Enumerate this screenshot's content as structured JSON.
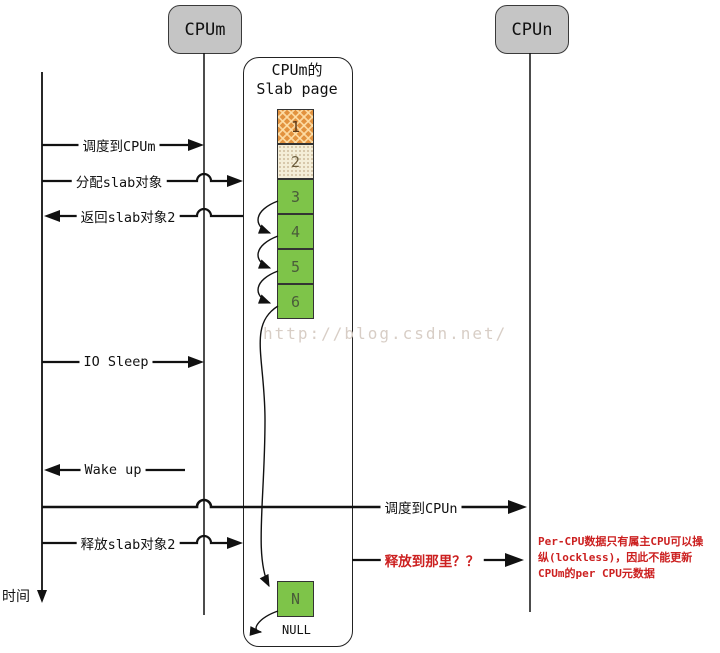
{
  "cpus": {
    "m": "CPUm",
    "n": "CPUn"
  },
  "slab": {
    "title_line1": "CPUm的",
    "title_line2": "Slab page",
    "cells": [
      "1",
      "2",
      "3",
      "4",
      "5",
      "6"
    ],
    "cell_states": [
      "used",
      "partial",
      "free",
      "free",
      "free",
      "free"
    ],
    "tail_cell": "N",
    "null_label": "NULL"
  },
  "events": {
    "schedule_to_cpum": "调度到CPUm",
    "alloc_slab": "分配slab对象",
    "return_slab2": "返回slab对象2",
    "io_sleep": "IO Sleep",
    "wake_up": "Wake up",
    "schedule_to_cpun": "调度到CPUn",
    "free_slab2": "释放slab对象2",
    "free_where": "释放到那里？？"
  },
  "time_label": "时间",
  "watermark": "http://blog.csdn.net/",
  "annotation": {
    "line1": "Per-CPU数据只有属主CPU可以操",
    "line2": "纵(lockless)，因此不能更新",
    "line3": "CPUm的per CPU元数据"
  },
  "colors": {
    "cpu_box_fill": "#c5c5c5",
    "cell_free_green": "#7ec449",
    "cell_used_orange": "#e2923e",
    "cell_partial_cream": "#f4eed8",
    "annotation_red": "#cc2020",
    "watermark_gray": "#d8cec6"
  }
}
